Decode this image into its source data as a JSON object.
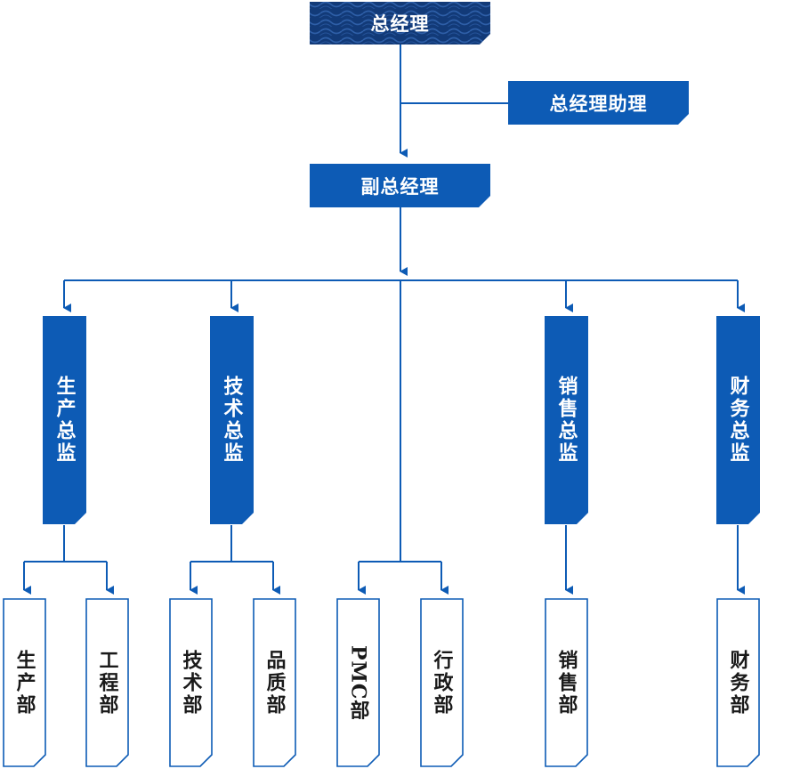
{
  "theme": {
    "primary": "#0d5bb5",
    "dark_pattern": "#123a78",
    "line": "#0d5bb5",
    "text_light": "#ffffff",
    "text_dark": "#1a1a1a"
  },
  "top": {
    "ceo": "总经理",
    "assistant": "总经理助理",
    "deputy": "副总经理"
  },
  "directors": [
    {
      "label": "生产总监"
    },
    {
      "label": "技术总监"
    },
    {
      "label": "销售总监"
    },
    {
      "label": "财务总监"
    }
  ],
  "departments": [
    {
      "label": "生产部"
    },
    {
      "label": "工程部"
    },
    {
      "label": "技术部"
    },
    {
      "label": "品质部"
    },
    {
      "label": "PMC部"
    },
    {
      "label": "行政部"
    },
    {
      "label": "销售部"
    },
    {
      "label": "财务部"
    }
  ]
}
